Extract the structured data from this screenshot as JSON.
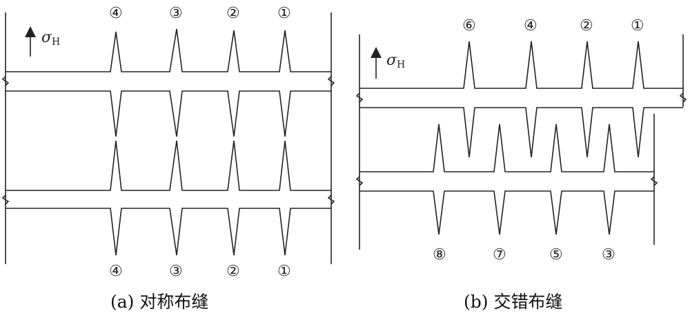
{
  "panel_a": {
    "stress_symbol": "σ",
    "stress_subscript": "H",
    "top_labels": [
      "④",
      "③",
      "②",
      "①"
    ],
    "bottom_labels": [
      "④",
      "③",
      "②",
      "①"
    ],
    "caption": "(a) 对称布缝"
  },
  "panel_b": {
    "stress_symbol": "σ",
    "stress_subscript": "H",
    "top_labels": [
      "⑥",
      "④",
      "②",
      "①"
    ],
    "bottom_labels": [
      "⑧",
      "⑦",
      "⑤",
      "③"
    ],
    "caption": "(b) 交错布缝"
  }
}
